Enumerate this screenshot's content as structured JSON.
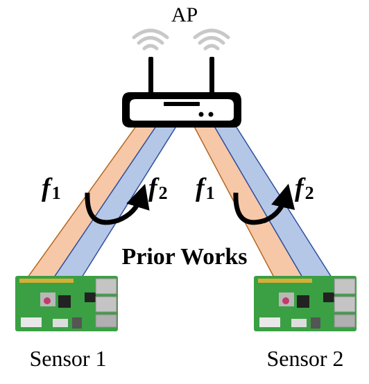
{
  "title": "AP",
  "center_label": "Prior Works",
  "sensors": [
    {
      "label": "Sensor 1"
    },
    {
      "label": "Sensor 2"
    }
  ],
  "links": [
    {
      "f1": "f",
      "f1_sub": "1",
      "f2": "f",
      "f2_sub": "2"
    },
    {
      "f1": "f",
      "f1_sub": "1",
      "f2": "f",
      "f2_sub": "2"
    }
  ],
  "colors": {
    "band_f1": "#f6c8a8",
    "band_f1_edge": "#b5651d",
    "band_f2": "#b4c7e7",
    "band_f2_edge": "#2f4f9f",
    "wifi_waves": "#c8c8c8",
    "pcb_green": "#3aa043"
  },
  "icons": [
    "wifi-waves-icon",
    "router-icon",
    "raspberry-pi-board-icon",
    "curved-arrow-icon"
  ]
}
